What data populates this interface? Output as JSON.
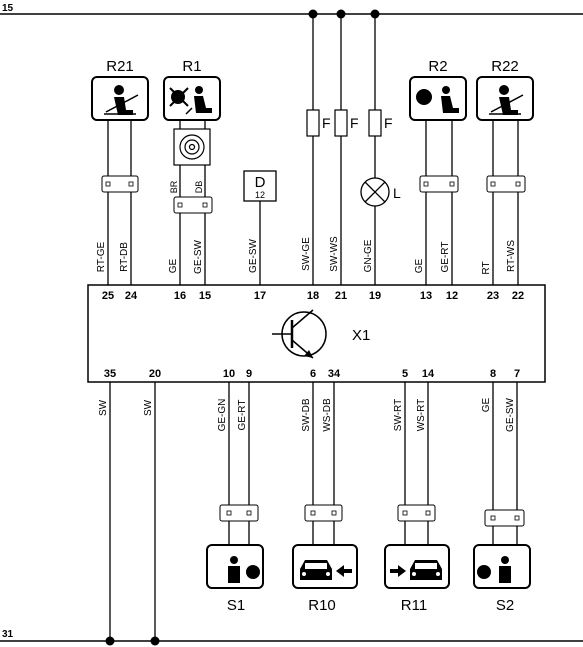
{
  "rails": {
    "top": "15",
    "bottom": "31"
  },
  "module": {
    "label": "X1"
  },
  "fuses": [
    {
      "label": "F"
    },
    {
      "label": "F"
    },
    {
      "label": "F"
    }
  ],
  "lamp": {
    "label": "L"
  },
  "diagnostic": {
    "label": "D",
    "pin": "12"
  },
  "components": {
    "R21": "R21",
    "R1": "R1",
    "R2": "R2",
    "R22": "R22",
    "S1": "S1",
    "R10": "R10",
    "R11": "R11",
    "S2": "S2"
  },
  "r1_sub": {
    "left": "BR",
    "right": "DB"
  },
  "top_pins": [
    {
      "pin": "25",
      "wire": "RT-GE"
    },
    {
      "pin": "24",
      "wire": "RT-DB"
    },
    {
      "pin": "16",
      "wire": "GE"
    },
    {
      "pin": "15",
      "wire": "GE-SW"
    },
    {
      "pin": "17",
      "wire": "GE-SW"
    },
    {
      "pin": "18",
      "wire": "SW-GE"
    },
    {
      "pin": "21",
      "wire": "SW-WS"
    },
    {
      "pin": "19",
      "wire": "GN-GE"
    },
    {
      "pin": "13",
      "wire": "GE"
    },
    {
      "pin": "12",
      "wire": "GE-RT"
    },
    {
      "pin": "23",
      "wire": "RT"
    },
    {
      "pin": "22",
      "wire": "RT-WS"
    }
  ],
  "bottom_pins": [
    {
      "pin": "35",
      "wire": "SW"
    },
    {
      "pin": "20",
      "wire": "SW"
    },
    {
      "pin": "10",
      "wire": "GE-GN"
    },
    {
      "pin": "9",
      "wire": "GE-RT"
    },
    {
      "pin": "6",
      "wire": "SW-DB"
    },
    {
      "pin": "34",
      "wire": "WS-DB"
    },
    {
      "pin": "5",
      "wire": "SW-RT"
    },
    {
      "pin": "14",
      "wire": "WS-RT"
    },
    {
      "pin": "8",
      "wire": "GE"
    },
    {
      "pin": "7",
      "wire": "GE-SW"
    }
  ]
}
